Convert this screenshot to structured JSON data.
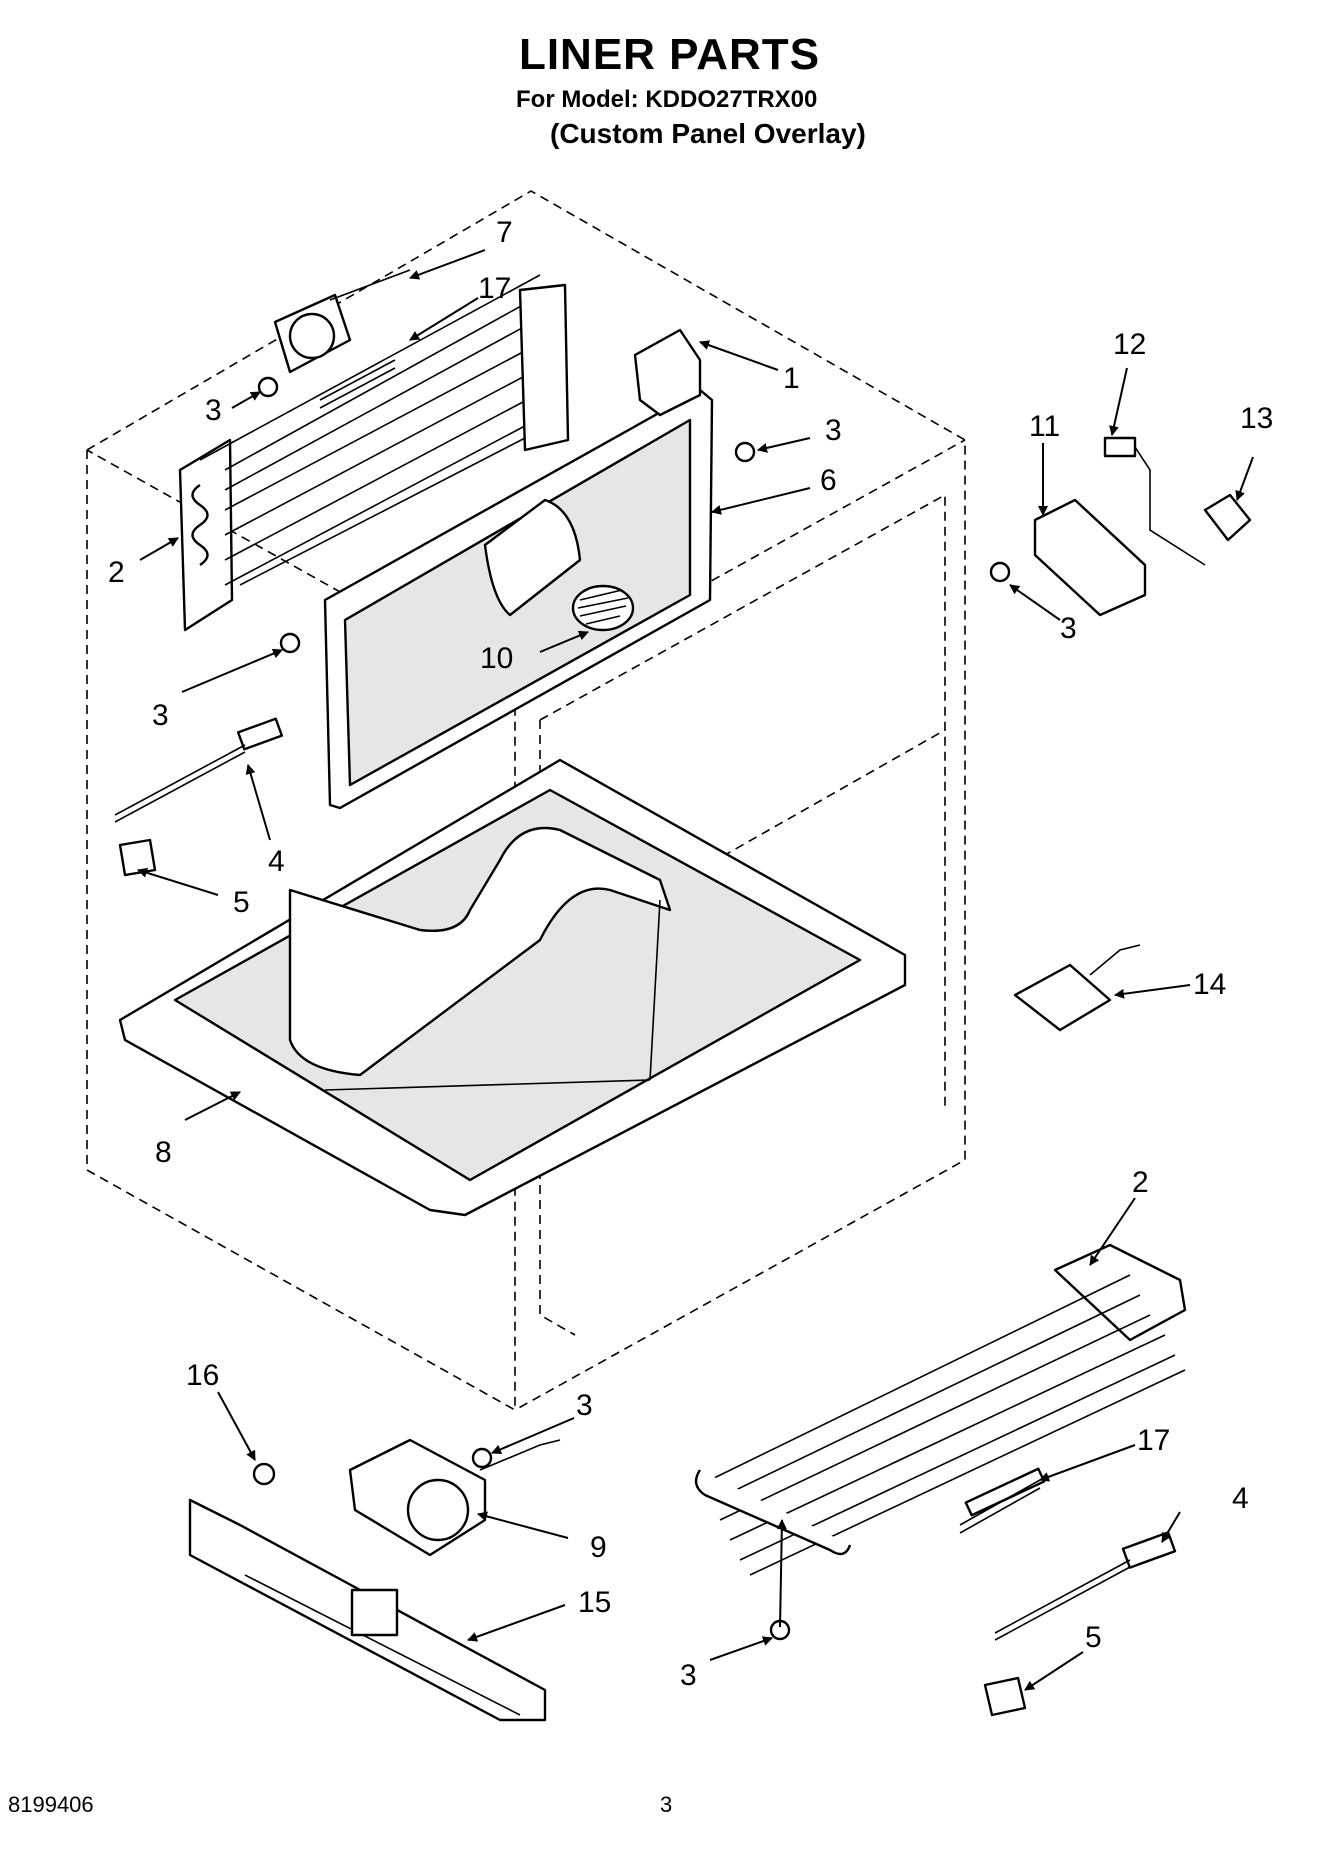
{
  "header": {
    "title": "LINER PARTS",
    "model": "For Model: KDDO27TRX00",
    "variant": "(Custom Panel Overlay)"
  },
  "footer": {
    "document_number": "8199406",
    "page_number": "3"
  },
  "callouts": {
    "c1": "1",
    "c2a": "2",
    "c2b": "2",
    "c3a": "3",
    "c3b": "3",
    "c3c": "3",
    "c3d": "3",
    "c3e": "3",
    "c3f": "3",
    "c4a": "4",
    "c4b": "4",
    "c5a": "5",
    "c5b": "5",
    "c6": "6",
    "c7": "7",
    "c8": "8",
    "c9": "9",
    "c10": "10",
    "c11": "11",
    "c12": "12",
    "c13": "13",
    "c14": "14",
    "c15": "15",
    "c16": "16",
    "c17a": "17",
    "c17b": "17"
  }
}
